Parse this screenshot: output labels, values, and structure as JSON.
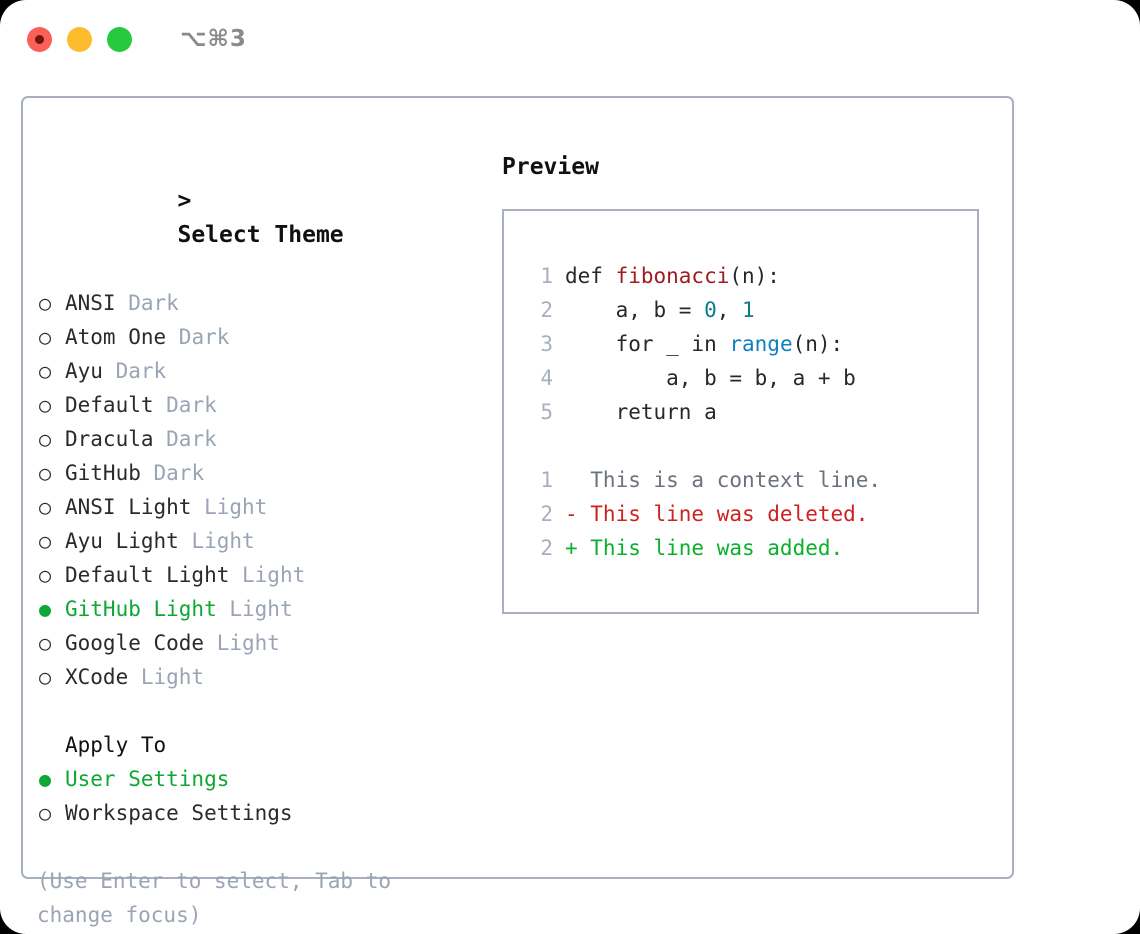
{
  "titlebar": {
    "shortcut": "⌥⌘3",
    "lights": [
      {
        "name": "close",
        "color": "#FB5F57"
      },
      {
        "name": "minimize",
        "color": "#FDBC2E"
      },
      {
        "name": "maximize",
        "color": "#27C93F"
      }
    ]
  },
  "theme_picker": {
    "caret": ">",
    "title": "Select Theme",
    "bullet_off": "○",
    "bullet_on": "●",
    "items": [
      {
        "name": "ANSI",
        "tag": "Dark",
        "selected": false
      },
      {
        "name": "Atom One",
        "tag": "Dark",
        "selected": false
      },
      {
        "name": "Ayu",
        "tag": "Dark",
        "selected": false
      },
      {
        "name": "Default",
        "tag": "Dark",
        "selected": false
      },
      {
        "name": "Dracula",
        "tag": "Dark",
        "selected": false
      },
      {
        "name": "GitHub",
        "tag": "Dark",
        "selected": false
      },
      {
        "name": "ANSI Light",
        "tag": "Light",
        "selected": false
      },
      {
        "name": "Ayu Light",
        "tag": "Light",
        "selected": false
      },
      {
        "name": "Default Light",
        "tag": "Light",
        "selected": false
      },
      {
        "name": "GitHub Light",
        "tag": "Light",
        "selected": true
      },
      {
        "name": "Google Code",
        "tag": "Light",
        "selected": false
      },
      {
        "name": "XCode",
        "tag": "Light",
        "selected": false
      }
    ]
  },
  "apply_to": {
    "heading": "Apply To",
    "options": [
      {
        "label": "User Settings",
        "selected": true
      },
      {
        "label": "Workspace Settings",
        "selected": false
      }
    ]
  },
  "hint": "(Use Enter to select, Tab to change focus)",
  "preview": {
    "title": "Preview",
    "code_lines": [
      {
        "lineno": "1",
        "spans": [
          {
            "text": "def ",
            "cls": "tok-plain"
          },
          {
            "text": "fibonacci",
            "cls": "tok-fn"
          },
          {
            "text": "(n):",
            "cls": "tok-plain"
          }
        ]
      },
      {
        "lineno": "2",
        "spans": [
          {
            "text": "    a, b = ",
            "cls": "tok-plain"
          },
          {
            "text": "0",
            "cls": "tok-num"
          },
          {
            "text": ", ",
            "cls": "tok-plain"
          },
          {
            "text": "1",
            "cls": "tok-num"
          }
        ]
      },
      {
        "lineno": "3",
        "spans": [
          {
            "text": "    for _ in ",
            "cls": "tok-plain"
          },
          {
            "text": "range",
            "cls": "tok-call"
          },
          {
            "text": "(n):",
            "cls": "tok-plain"
          }
        ]
      },
      {
        "lineno": "4",
        "spans": [
          {
            "text": "        a, b = b, a + b",
            "cls": "tok-plain"
          }
        ]
      },
      {
        "lineno": "5",
        "spans": [
          {
            "text": "    return a",
            "cls": "tok-plain"
          }
        ]
      }
    ],
    "diff_lines": [
      {
        "lineno": "1",
        "marker": "  ",
        "text": "This is a context line.",
        "cls": "diff-ctx"
      },
      {
        "lineno": "2",
        "marker": "- ",
        "text": "This line was deleted.",
        "cls": "diff-del"
      },
      {
        "lineno": "2",
        "marker": "+ ",
        "text": "This line was added.",
        "cls": "diff-add"
      }
    ]
  },
  "colors": {
    "accent_green": "#0DA834",
    "muted": "#9AA4B4",
    "border": "#A8B0BF",
    "text": "#24292E",
    "fn_red": "#A01C20",
    "num_teal": "#0B7C87",
    "call_blue": "#1080C0",
    "diff_add": "#0BB02B",
    "diff_del": "#CC2222"
  }
}
